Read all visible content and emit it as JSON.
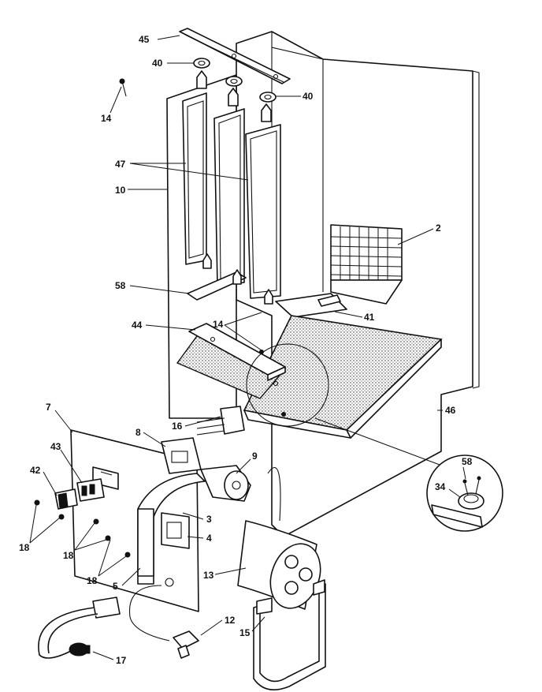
{
  "callouts": {
    "c45": "45",
    "c40a": "40",
    "c40b": "40",
    "c14a": "14",
    "c47": "47",
    "c10": "10",
    "c2": "2",
    "c58a": "58",
    "c41": "41",
    "c44": "44",
    "c14b": "14",
    "c46": "46",
    "c16": "16",
    "c7": "7",
    "c8": "8",
    "c9": "9",
    "c43": "43",
    "c42": "42",
    "c3": "3",
    "c4": "4",
    "c18a": "18",
    "c18b": "18",
    "c18c": "18",
    "c5": "5",
    "c13": "13",
    "c12": "12",
    "c15": "15",
    "c17": "17",
    "c58b": "58",
    "c34": "34"
  }
}
